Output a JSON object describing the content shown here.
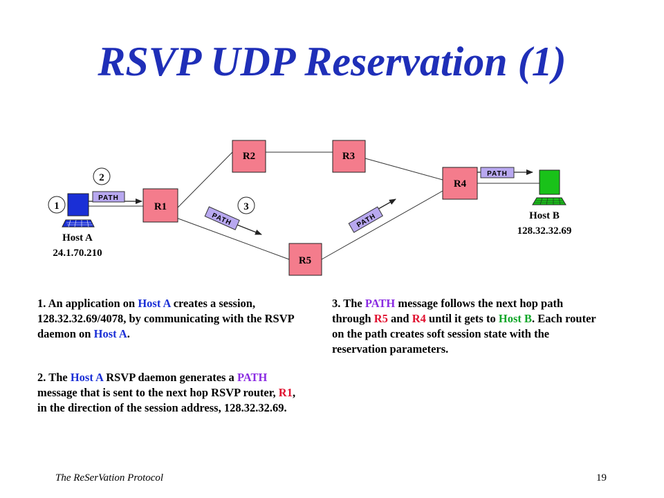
{
  "slide": {
    "title": "RSVP UDP Reservation (1)",
    "footer": "The ReSerVation Protocol",
    "page_number": "19"
  },
  "colors": {
    "title": "#1f2fb8",
    "router_fill": "#f47c8c",
    "path_label_fill": "#b8a8f0",
    "host_a": "#1a2fd6",
    "host_b": "#19c219",
    "highlight_blue": "#1a2fd6",
    "highlight_purple": "#8a2be2",
    "highlight_red": "#e0102f",
    "highlight_green": "#11a629"
  },
  "diagram": {
    "routers": [
      "R1",
      "R2",
      "R3",
      "R4",
      "R5"
    ],
    "host_a": {
      "name": "Host A",
      "address": "24.1.70.210",
      "icon": "computer-icon"
    },
    "host_b": {
      "name": "Host B",
      "address": "128.32.32.69",
      "icon": "computer-icon"
    },
    "path_label": "PATH",
    "step_markers": [
      "1",
      "2",
      "3"
    ]
  },
  "paragraphs": {
    "p1": {
      "t1": "1. An application on ",
      "host": "Host A",
      "t2": " creates a session, 128.32.32.69/4078, by communicating with the RSVP daemon on ",
      "host2": "Host A",
      "t3": "."
    },
    "p2": {
      "t1": "2. The ",
      "host": "Host A",
      "t2": " RSVP daemon generates a ",
      "path": "PATH",
      "t3": " message that is sent to the next hop RSVP router, ",
      "router": "R1",
      "t4": ", in the direction of the session address, 128.32.32.69."
    },
    "p3": {
      "t1": "3. The ",
      "path": "PATH",
      "t2": " message follows the next hop path through ",
      "r5": "R5",
      "t3": " and ",
      "r4": "R4",
      "t4": " until it gets to ",
      "hostb": "Host B",
      "t5": ". Each router on the path creates soft session state with the reservation parameters."
    }
  }
}
